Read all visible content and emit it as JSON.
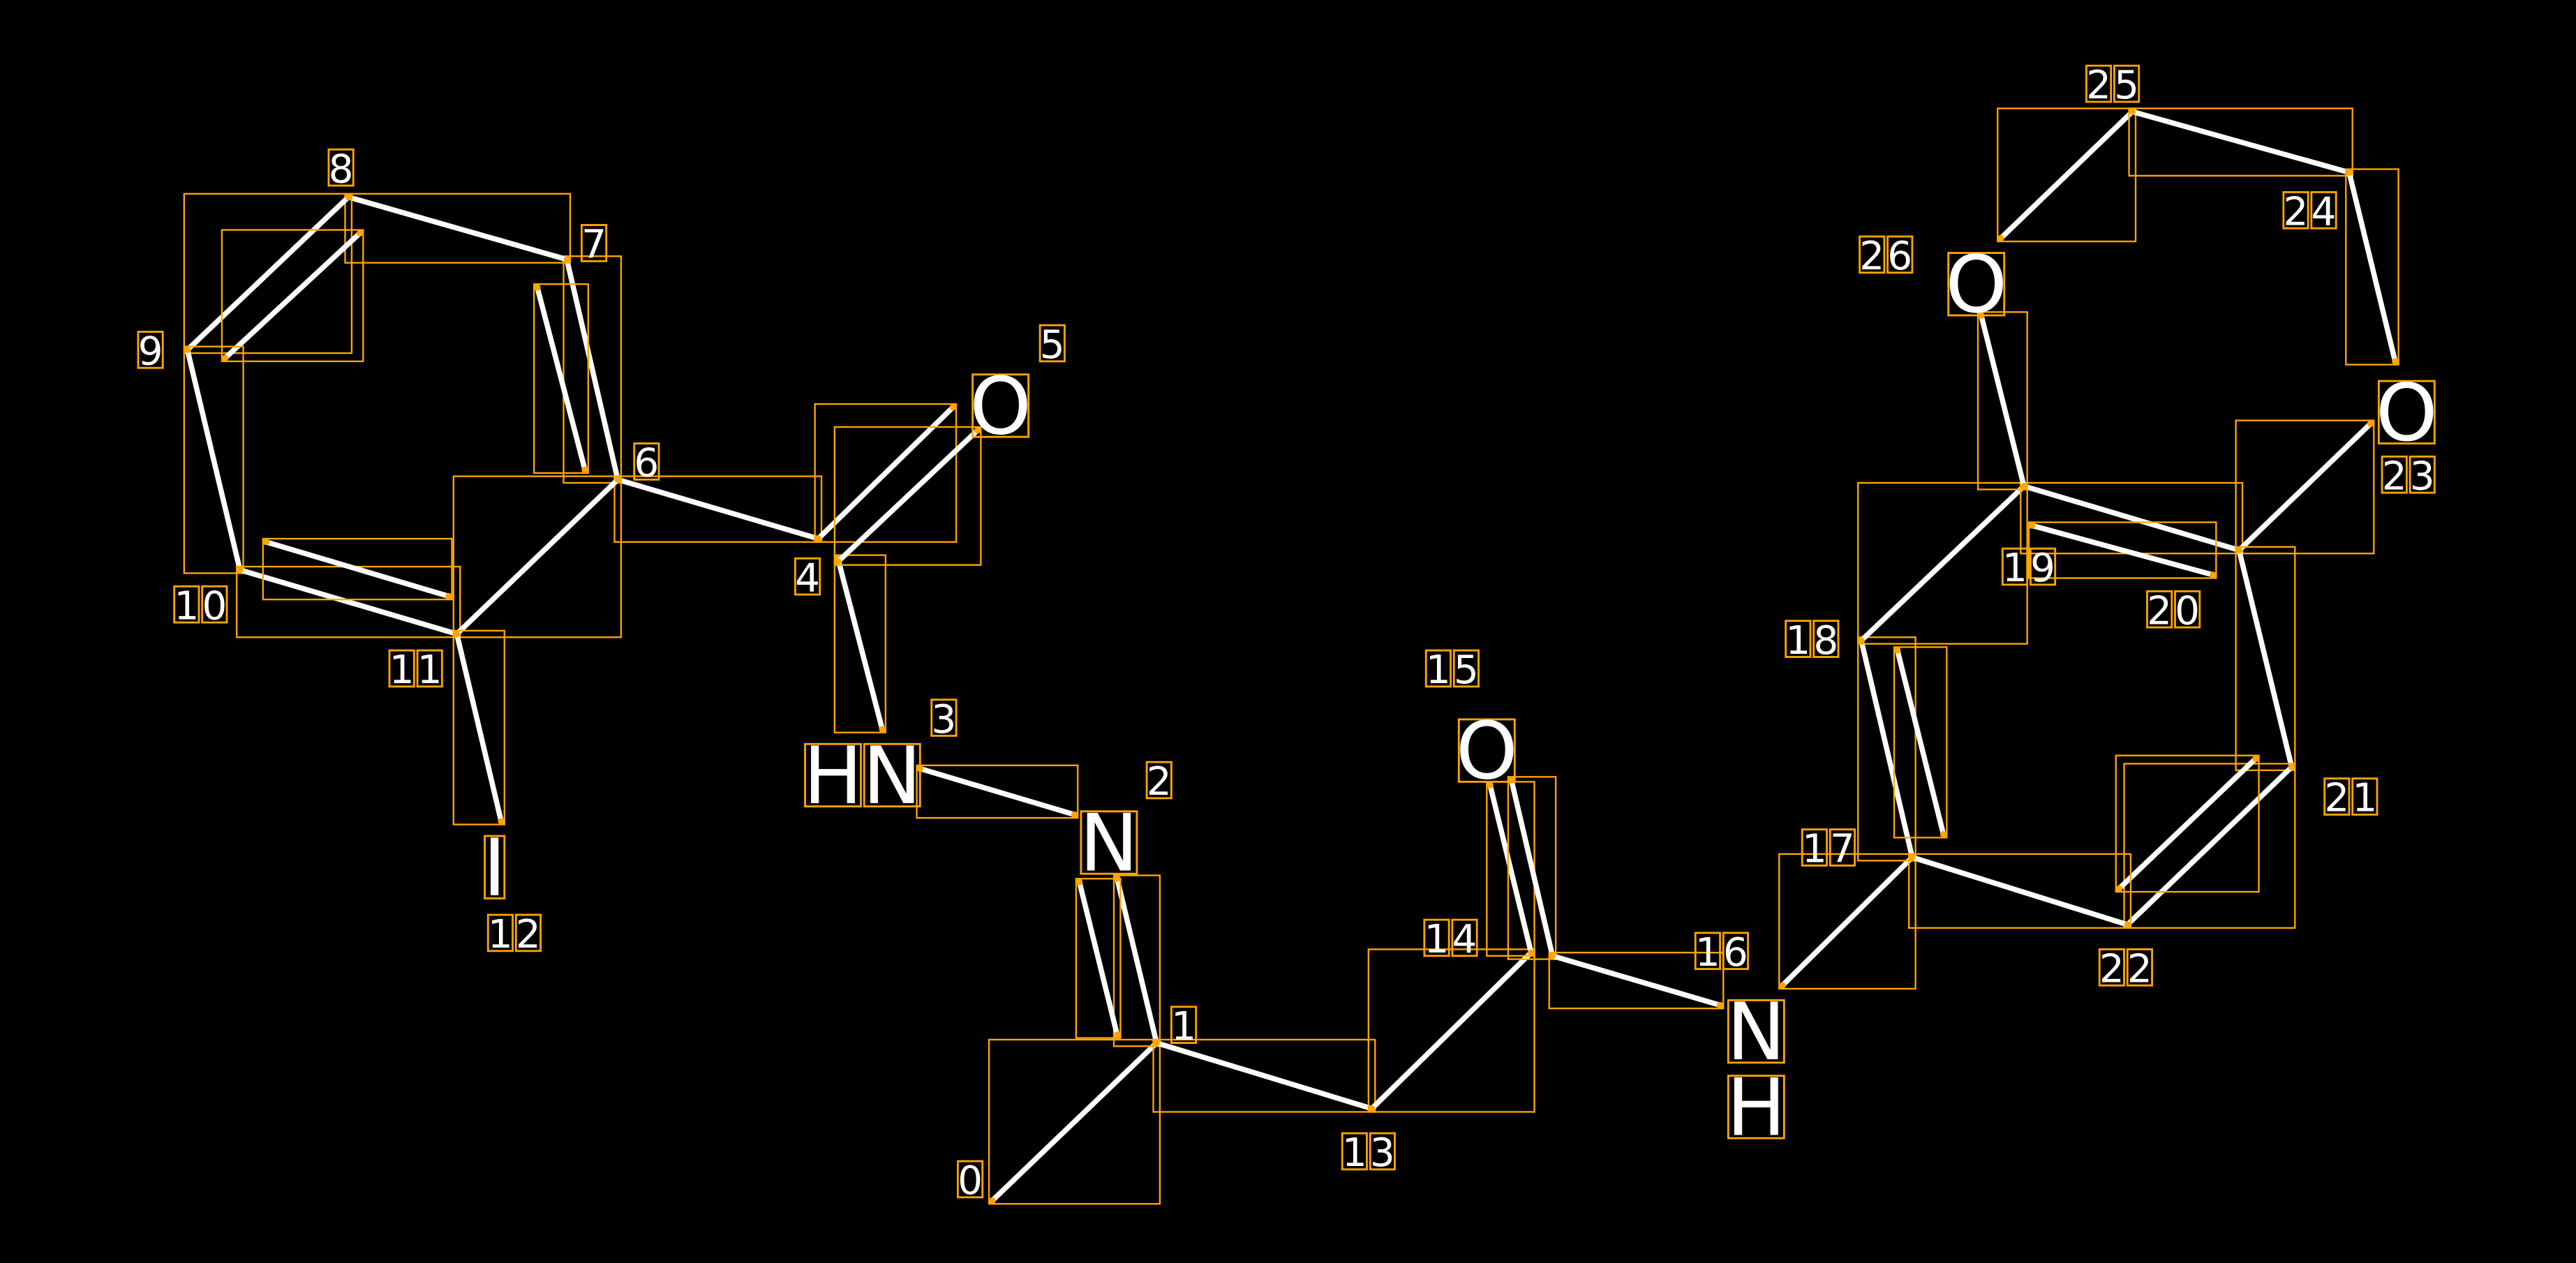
{
  "colors": {
    "background": "#000000",
    "bond": "#ffffff",
    "box": "#FFA500"
  },
  "atoms": [
    {
      "index": "0",
      "label": ""
    },
    {
      "index": "1",
      "label": ""
    },
    {
      "index": "2",
      "label": "N"
    },
    {
      "index": "3",
      "label": "HN"
    },
    {
      "index": "4",
      "label": ""
    },
    {
      "index": "5",
      "label": "O"
    },
    {
      "index": "6",
      "label": ""
    },
    {
      "index": "7",
      "label": ""
    },
    {
      "index": "8",
      "label": ""
    },
    {
      "index": "9",
      "label": ""
    },
    {
      "index": "10",
      "label": ""
    },
    {
      "index": "11",
      "label": ""
    },
    {
      "index": "12",
      "label": "I"
    },
    {
      "index": "13",
      "label": ""
    },
    {
      "index": "14",
      "label": ""
    },
    {
      "index": "15",
      "label": "O"
    },
    {
      "index": "16",
      "label": "NH"
    },
    {
      "index": "17",
      "label": ""
    },
    {
      "index": "18",
      "label": ""
    },
    {
      "index": "19",
      "label": ""
    },
    {
      "index": "20",
      "label": ""
    },
    {
      "index": "21",
      "label": ""
    },
    {
      "index": "22",
      "label": ""
    },
    {
      "index": "23",
      "label": "O"
    },
    {
      "index": "24",
      "label": ""
    },
    {
      "index": "25",
      "label": ""
    },
    {
      "index": "26",
      "label": "O"
    }
  ]
}
